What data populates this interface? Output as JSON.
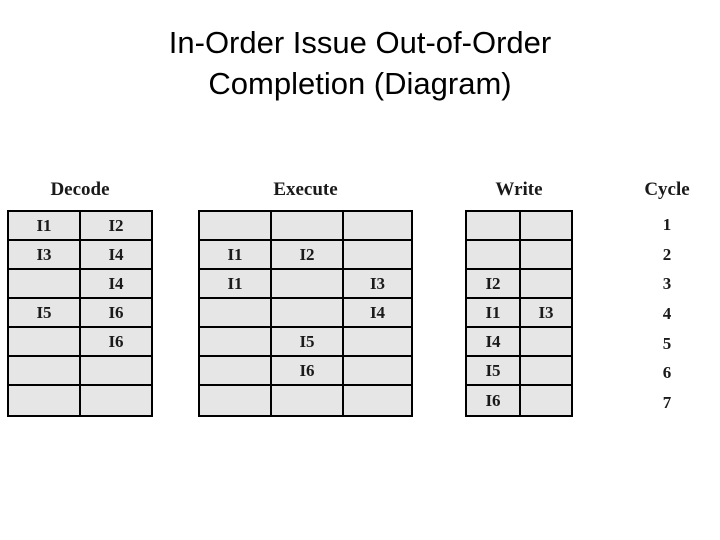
{
  "title": {
    "line1": "In-Order Issue Out-of-Order",
    "line2": "Completion (Diagram)"
  },
  "colors": {
    "page_background": "#ffffff",
    "cell_fill": "#e6e6e6",
    "border": "#000000",
    "text": "#1a1a1a",
    "title_text": "#000000"
  },
  "diagram": {
    "stages": [
      {
        "key": "decode",
        "header": "Decode",
        "columns": 2,
        "rows": [
          [
            "I1",
            "I2"
          ],
          [
            "I3",
            "I4"
          ],
          [
            "",
            "I4"
          ],
          [
            "I5",
            "I6"
          ],
          [
            "",
            "I6"
          ],
          [
            "",
            ""
          ],
          [
            "",
            ""
          ]
        ]
      },
      {
        "key": "execute",
        "header": "Execute",
        "columns": 3,
        "rows": [
          [
            "",
            "",
            ""
          ],
          [
            "I1",
            "I2",
            ""
          ],
          [
            "I1",
            "",
            "I3"
          ],
          [
            "",
            "",
            "I4"
          ],
          [
            "",
            "I5",
            ""
          ],
          [
            "",
            "I6",
            ""
          ],
          [
            "",
            "",
            ""
          ]
        ]
      },
      {
        "key": "write",
        "header": "Write",
        "columns": 2,
        "rows": [
          [
            "",
            ""
          ],
          [
            "",
            ""
          ],
          [
            "I2",
            ""
          ],
          [
            "I1",
            "I3"
          ],
          [
            "I4",
            ""
          ],
          [
            "I5",
            ""
          ],
          [
            "I6",
            ""
          ]
        ]
      }
    ],
    "cycle": {
      "header": "Cycle",
      "values": [
        "1",
        "2",
        "3",
        "4",
        "5",
        "6",
        "7"
      ]
    }
  }
}
